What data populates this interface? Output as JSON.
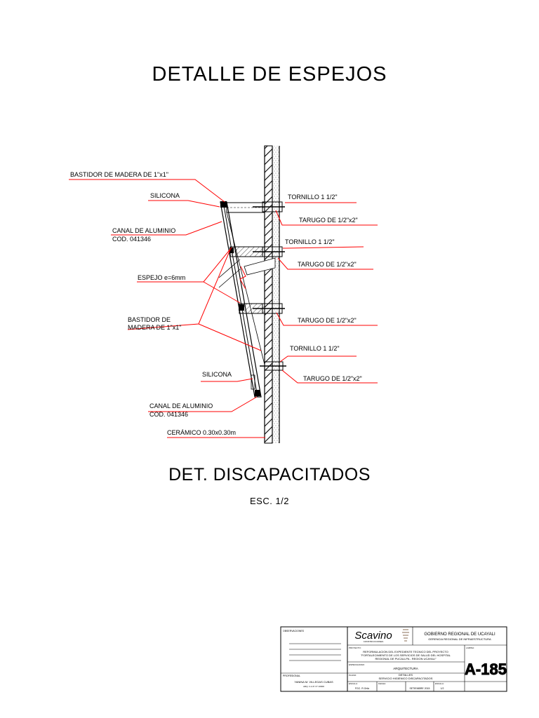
{
  "title": "DETALLE DE ESPEJOS",
  "subtitle": "DET. DISCAPACITADOS",
  "scale": "ESC. 1/2",
  "labels": {
    "bastidor_top": "BASTIDOR DE MADERA DE 1\"x1\"",
    "silicona_top": "SILICONA",
    "canal_top_1": "CANAL DE ALUMINIO",
    "canal_top_2": "COD. 041346",
    "espejo": "ESPEJO e=6mm",
    "bastidor_mid_1": "BASTIDOR DE",
    "bastidor_mid_2": "MADERA DE 1\"x1\"",
    "silicona_bot": "SILICONA",
    "canal_bot_1": "CANAL DE ALUMINIO",
    "canal_bot_2": "COD. 041346",
    "ceramico": "CERÁMICO 0.30x0.30m",
    "tornillo_1": "TORNILLO 1 1/2\"",
    "tarugo_1": "TARUGO DE 1/2\"x2\"",
    "tornillo_2": "TORNILLO 1 1/2\"",
    "tarugo_2": "TARUGO DE 1/2\"x2\"",
    "tarugo_3": "TARUGO DE 1/2\"x2\"",
    "tornillo_3": "TORNILLO 1 1/2\"",
    "tarugo_4": "TARUGO DE 1/2\"x2\""
  },
  "title_block": {
    "observaciones": "OBSERVACIONES",
    "profesional": "PROFESIONAL",
    "prof_name": "YANINA M. VILLEGAS CUBAS",
    "prof_cap": "ARQ. C.A.P. N° 10000",
    "logo_text": "Scavino",
    "logo_sub": "CONSTRUCCIONES",
    "org_name": "GOBIERNO REGIONAL DE UCAYALI",
    "org_sub": "GERENCIA REGIONAL DE INFRAESTRUCTURA",
    "proyecto_label": "PROYECTO:",
    "proyecto_1": "REFORMULACION DEL EXPEDIENTE TECNICO DEL PROYECTO",
    "proyecto_2": "\"FORTALECIMIENTO DE LOS SERVICIOS DE SALUD DEL HOSPITAL",
    "proyecto_3": "REGIONAL DE PUCALLPA - REGION UCAYALI\"",
    "especialidad_label": "ESPECIALIDAD:",
    "especialidad": "ARQUITECTURA",
    "plano_label": "PLANO:",
    "plano_1": "DETALLES",
    "plano_2": "SERVICIO HIGIENICO DISCAPACITADOS",
    "escala_label": "ESCALA:",
    "escala_val": "FGC. R.Ortiz",
    "fecha_label": "FECHA:",
    "fecha_val": "SETIEMBRE 2015",
    "hoja_label": "ESCALA:",
    "hoja_val": "1/2",
    "lamina_label": "LAMINA:",
    "lamina": "A-185"
  },
  "colors": {
    "leader": "#ff0000",
    "line": "#000000",
    "accent_text": "#c000c0"
  }
}
